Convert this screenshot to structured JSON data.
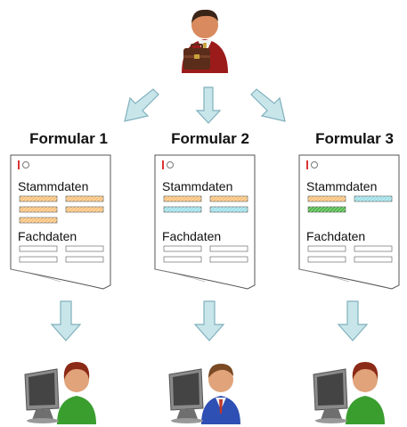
{
  "forms": [
    {
      "title": "Formular 1",
      "section1": "Stammdaten",
      "section2": "Fachdaten",
      "fields": [
        "orange",
        "orange",
        "orange",
        "orange",
        "orange"
      ]
    },
    {
      "title": "Formular 2",
      "section1": "Stammdaten",
      "section2": "Fachdaten",
      "fields": [
        "orange",
        "orange",
        "cyan",
        "cyan"
      ]
    },
    {
      "title": "Formular 3",
      "section1": "Stammdaten",
      "section2": "Fachdaten",
      "fields": [
        "orange",
        "cyan",
        "green"
      ]
    }
  ],
  "colors": {
    "arrow_fill": "#c8e6ea",
    "arrow_stroke": "#7fb0bc",
    "field_orange": "#f9c27a",
    "field_cyan": "#9edfe8",
    "field_green": "#4fb848",
    "manager_suit": "#9b1b1b",
    "user_shirt_green": "#3a9e2f",
    "user_suit_blue": "#2e4fb4"
  },
  "icons": [
    "manager-with-briefcase-icon",
    "user-at-computer-icon"
  ]
}
